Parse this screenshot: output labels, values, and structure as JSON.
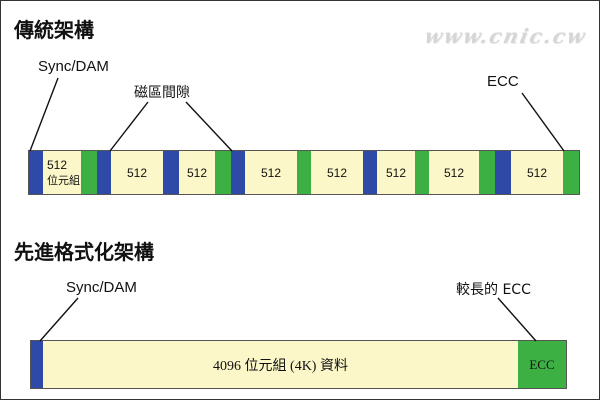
{
  "traditional": {
    "title": "傳統架構",
    "sync_label": "Sync/DAM",
    "gap_label": "磁區間隙",
    "ecc_label": "ECC",
    "first_sector_line1": "512",
    "first_sector_line2": "位元組",
    "sector_label": "512"
  },
  "advanced": {
    "title": "先進格式化架構",
    "sync_label": "Sync/DAM",
    "ecc_label": "較長的 ECC",
    "data_label": "4096 位元組 (4K) 資料",
    "ecc_block_label": "ECC"
  },
  "watermark": "www.cnic.cw",
  "colors": {
    "sync": "#2e4aa6",
    "ecc": "#3cb043",
    "data": "#fbf7c8"
  }
}
